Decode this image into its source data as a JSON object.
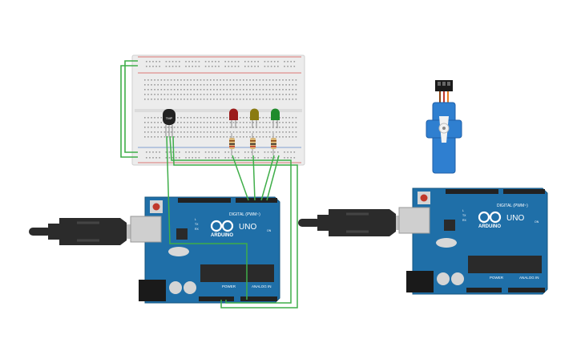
{
  "colors": {
    "board": "#1f6fa8",
    "board_edge": "#15567f",
    "wire": "#3fae49",
    "breadboard": "#eeeeee",
    "breadboard_rail_red": "#d9534f",
    "breadboard_rail_blue": "#5b87c7",
    "usb_cable": "#2b2b2b",
    "usb_plug": "#d4d4d4",
    "led_red": "#9b1c1c",
    "led_yellow": "#8a7b12",
    "led_green": "#1f8b2c",
    "servo": "#2f7fd0",
    "chip": "#2a2a2a",
    "header": "#222222",
    "reset_button": "#c0392b",
    "silk": "#ffffff"
  },
  "breadboard": {
    "sensor_label": "TMP"
  },
  "arduino_left": {
    "brand": "ARDUINO",
    "model": "UNO",
    "digital_label": "DIGITAL (PWM~)",
    "power_label": "POWER",
    "analog_label": "ANALOG IN",
    "tx_label": "TX",
    "rx_label": "RX",
    "on_label": "ON",
    "l_label": "L"
  },
  "arduino_right": {
    "brand": "ARDUINO",
    "model": "UNO",
    "digital_label": "DIGITAL (PWM~)",
    "power_label": "POWER",
    "analog_label": "ANALOG IN",
    "tx_label": "TX",
    "rx_label": "RX",
    "on_label": "ON",
    "l_label": "L"
  },
  "icons": [
    "arduino-infinity-logo-icon",
    "usb-plug-icon",
    "servo-horn-icon"
  ]
}
